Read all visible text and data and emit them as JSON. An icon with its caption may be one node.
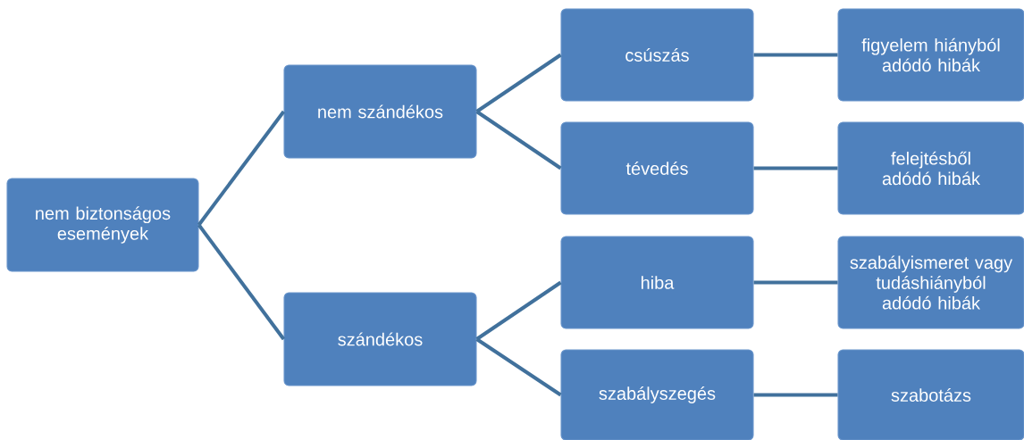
{
  "diagram": {
    "nodes": [
      {
        "text": [
          "nem biztonságos események"
        ]
      },
      {
        "text": [
          "nem szándékos"
        ]
      },
      {
        "text": [
          "szándékos"
        ]
      },
      {
        "text": [
          "csúszás"
        ]
      },
      {
        "text": [
          "tévedés"
        ]
      },
      {
        "text": [
          "hiba"
        ]
      },
      {
        "text": [
          "szabályszegés"
        ]
      },
      {
        "text": [
          "figyelem hiányból adódó hibák"
        ]
      },
      {
        "text": [
          "felejtésből adódó hibák"
        ]
      },
      {
        "text": [
          "szabályismeret vagy tudáshiányból adódó hibák"
        ]
      },
      {
        "text": [
          "szabotázs"
        ]
      }
    ],
    "edges": [
      {
        "from": 0,
        "to": 1,
        "arrow": "none"
      },
      {
        "from": 0,
        "to": 2,
        "arrow": "none"
      },
      {
        "from": 1,
        "to": 3,
        "arrow": "none"
      },
      {
        "from": 1,
        "to": 4,
        "arrow": "none"
      },
      {
        "from": 2,
        "to": 5,
        "arrow": "none"
      },
      {
        "from": 2,
        "to": 6,
        "arrow": "none"
      },
      {
        "from": 3,
        "to": 7,
        "arrow": "none"
      },
      {
        "from": 4,
        "to": 8,
        "arrow": "none"
      },
      {
        "from": 5,
        "to": 9,
        "arrow": "none"
      },
      {
        "from": 6,
        "to": 10,
        "arrow": "none"
      }
    ]
  }
}
